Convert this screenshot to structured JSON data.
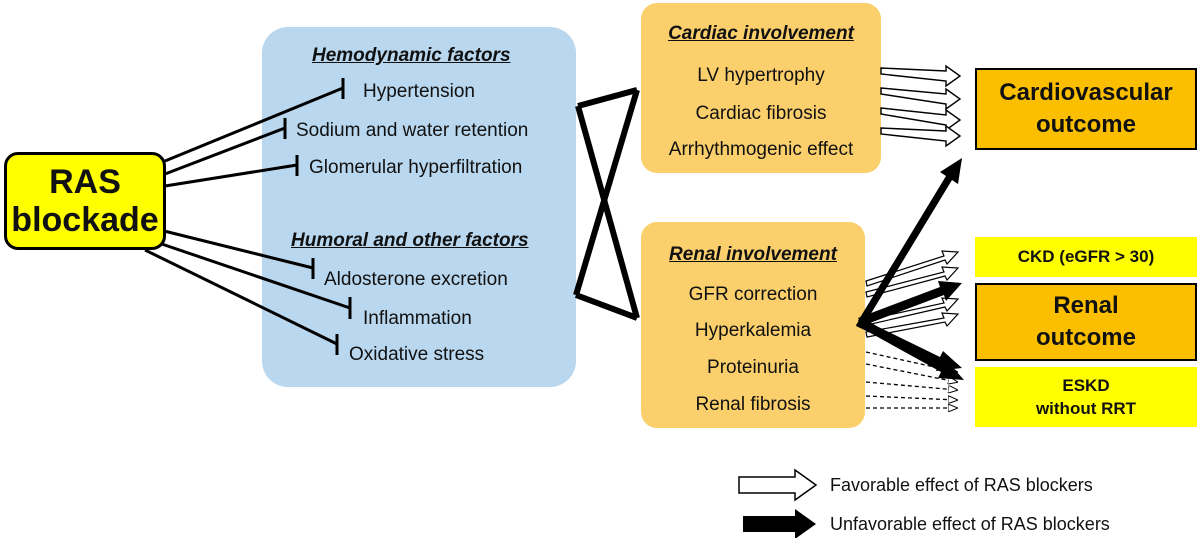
{
  "ras": {
    "line1": "RAS",
    "line2": "blockade"
  },
  "factors": {
    "hemodynamic_heading": "Hemodynamic factors",
    "hemodynamic_items": [
      "Hypertension",
      "Sodium and water retention",
      "Glomerular hyperfiltration"
    ],
    "humoral_heading": "Humoral and other factors",
    "humoral_items": [
      "Aldosterone excretion",
      "Inflammation",
      "Oxidative stress"
    ]
  },
  "cardiac": {
    "heading": "Cardiac involvement",
    "items": [
      "LV hypertrophy",
      "Cardiac fibrosis",
      "Arrhythmogenic effect"
    ]
  },
  "renal": {
    "heading": "Renal involvement",
    "items": [
      "GFR correction",
      "Hyperkalemia",
      "Proteinuria",
      "Renal fibrosis"
    ]
  },
  "outcomes": {
    "cardiovascular": [
      "Cardiovascular",
      "outcome"
    ],
    "ckd": "CKD (eGFR > 30)",
    "renal": [
      "Renal",
      "outcome"
    ],
    "eskd": [
      "ESKD",
      "without RRT"
    ]
  },
  "legend": {
    "favorable": "Favorable effect of RAS blockers",
    "unfavorable": "Unfavorable effect of RAS blockers"
  },
  "colors": {
    "ras_fill": "#ffff00",
    "factors_fill": "#b9d7ee",
    "involvement_fill": "#fbd06c",
    "outcome_fill": "#fbbf00",
    "minor_outcome_fill": "#ffff00"
  }
}
